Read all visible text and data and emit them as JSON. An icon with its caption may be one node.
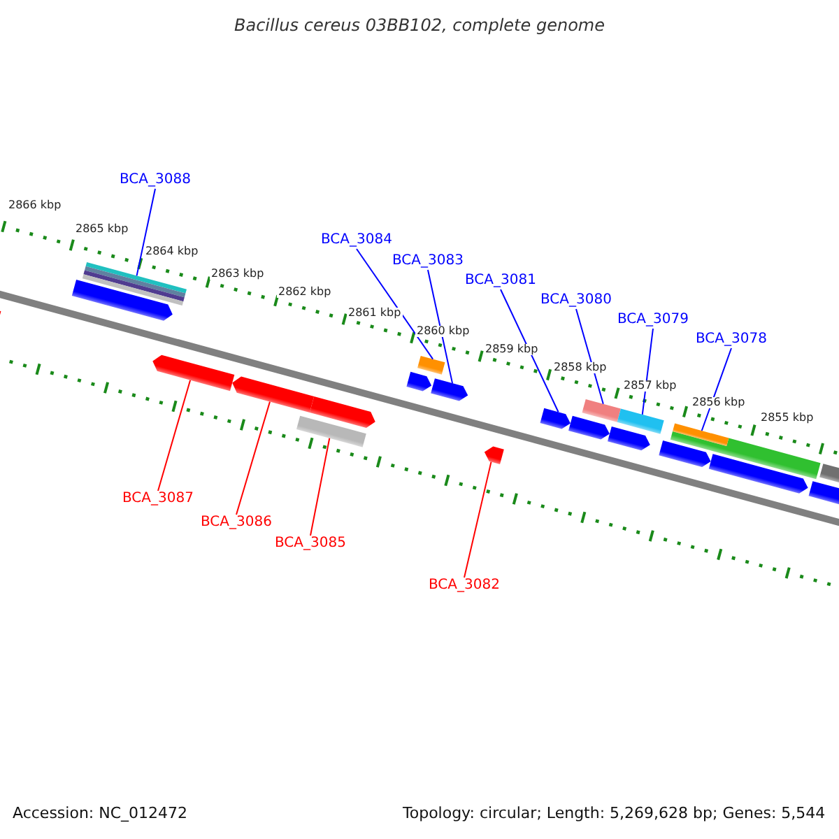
{
  "diagram": {
    "title": "Bacillus cereus 03BB102, complete genome",
    "nodes": [
      {
        "text": [
          "BCA_3088"
        ]
      },
      {
        "text": [
          "BCA_3084"
        ]
      },
      {
        "text": [
          "BCA_3083"
        ]
      },
      {
        "text": [
          "BCA_3081"
        ]
      },
      {
        "text": [
          "BCA_3080"
        ]
      },
      {
        "text": [
          "BCA_3079"
        ]
      },
      {
        "text": [
          "BCA_3078"
        ]
      },
      {
        "text": [
          "BCA_3087"
        ]
      },
      {
        "text": [
          "BCA_3086"
        ]
      },
      {
        "text": [
          "BCA_3085"
        ]
      },
      {
        "text": [
          "BCA_3082"
        ]
      },
      {
        "text": [],
        "shape": "arrow"
      },
      {
        "text": [],
        "shape": "arrow"
      },
      {
        "text": [],
        "shape": "bar"
      },
      {
        "text": [],
        "shape": "arrow"
      },
      {
        "text": [],
        "shape": "arrow"
      },
      {
        "text": [],
        "shape": "bar"
      },
      {
        "text": [],
        "shape": "arrow"
      },
      {
        "text": [],
        "shape": "arrow"
      },
      {
        "text": [],
        "shape": "bar"
      },
      {
        "text": [],
        "shape": "arrow"
      },
      {
        "text": [],
        "shape": "arrow"
      },
      {
        "text": [],
        "shape": "arrow"
      },
      {
        "text": [],
        "shape": "arrow"
      },
      {
        "text": [],
        "shape": "bar"
      },
      {
        "text": [],
        "shape": "arrow"
      },
      {
        "text": [],
        "shape": "bar"
      },
      {
        "text": [],
        "shape": "arrow"
      },
      {
        "text": [],
        "shape": "bar"
      },
      {
        "text": [],
        "shape": "bar"
      },
      {
        "text": [],
        "shape": "arrow"
      },
      {
        "text": [],
        "shape": "arrow"
      },
      {
        "text": [],
        "shape": "bar"
      }
    ],
    "edges": [
      {
        "from": 0,
        "to": 13,
        "arrow": "none"
      },
      {
        "from": 1,
        "to": 19,
        "arrow": "none"
      },
      {
        "from": 2,
        "to": 20,
        "arrow": "none"
      },
      {
        "from": 3,
        "to": 22,
        "arrow": "none"
      },
      {
        "from": 4,
        "to": 24,
        "arrow": "none"
      },
      {
        "from": 5,
        "to": 26,
        "arrow": "none"
      },
      {
        "from": 6,
        "to": 28,
        "arrow": "none"
      },
      {
        "from": 7,
        "to": 14,
        "arrow": "none",
        "color": "#ff0000"
      },
      {
        "from": 8,
        "to": 15,
        "arrow": "none",
        "color": "#ff0000"
      },
      {
        "from": 9,
        "to": 16,
        "arrow": "none",
        "color": "#ff0000"
      },
      {
        "from": 10,
        "to": 21,
        "arrow": "none",
        "color": "#ff0000"
      }
    ],
    "labels": [
      "2866 kbp",
      "2865 kbp",
      "2864 kbp",
      "2863 kbp",
      "2862 kbp",
      "2861 kbp",
      "2860 kbp",
      "2859 kbp",
      "2858 kbp",
      "2857 kbp",
      "2856 kbp",
      "2855 kbp",
      "Accession: NC_012472",
      "Topology: circular; Length: 5,269,628 bp; Genes: 5,544"
    ]
  }
}
